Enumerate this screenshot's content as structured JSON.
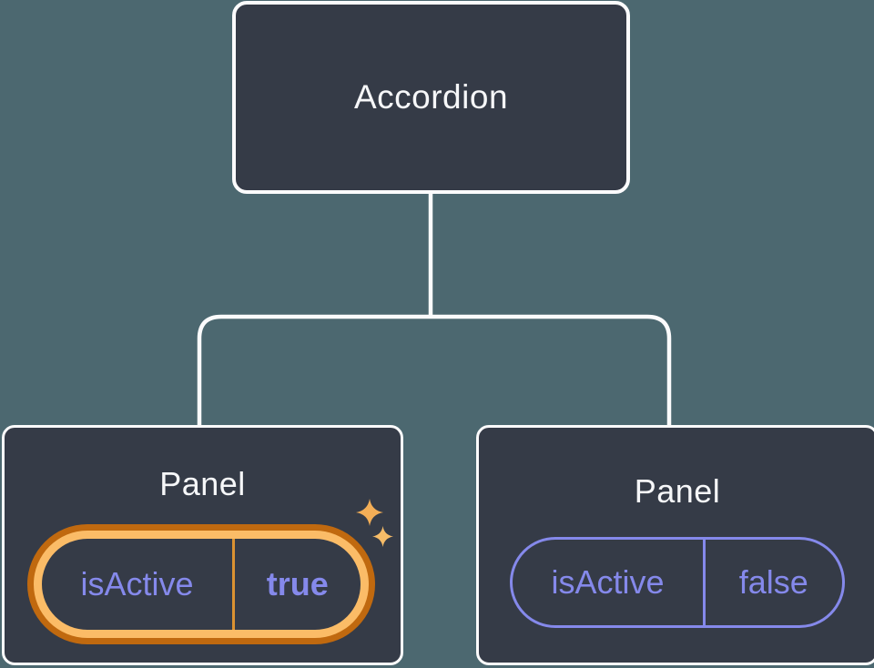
{
  "diagram": {
    "title_hint": "component tree with props",
    "root": {
      "label": "Accordion"
    },
    "panels": [
      {
        "label": "Panel",
        "prop": {
          "name": "isActive",
          "value": "true"
        },
        "active": true,
        "decoration": "sparkles"
      },
      {
        "label": "Panel",
        "prop": {
          "name": "isActive",
          "value": "false"
        },
        "active": false,
        "decoration": "none"
      }
    ]
  },
  "colors": {
    "background": "#4C6870",
    "node_fill": "#353B47",
    "node_border": "#FBFBFC",
    "connector": "#FBFBFC",
    "label_text": "#F6F7F9",
    "prop_purple": "#8589EB",
    "highlight_ring_outer": "#C0690F",
    "highlight_ring_inner": "#FBBC67",
    "highlight_divider": "#DB9232",
    "sparkle_gold_large": "#F3AE57",
    "sparkle_gold_small": "#F6BC68"
  }
}
